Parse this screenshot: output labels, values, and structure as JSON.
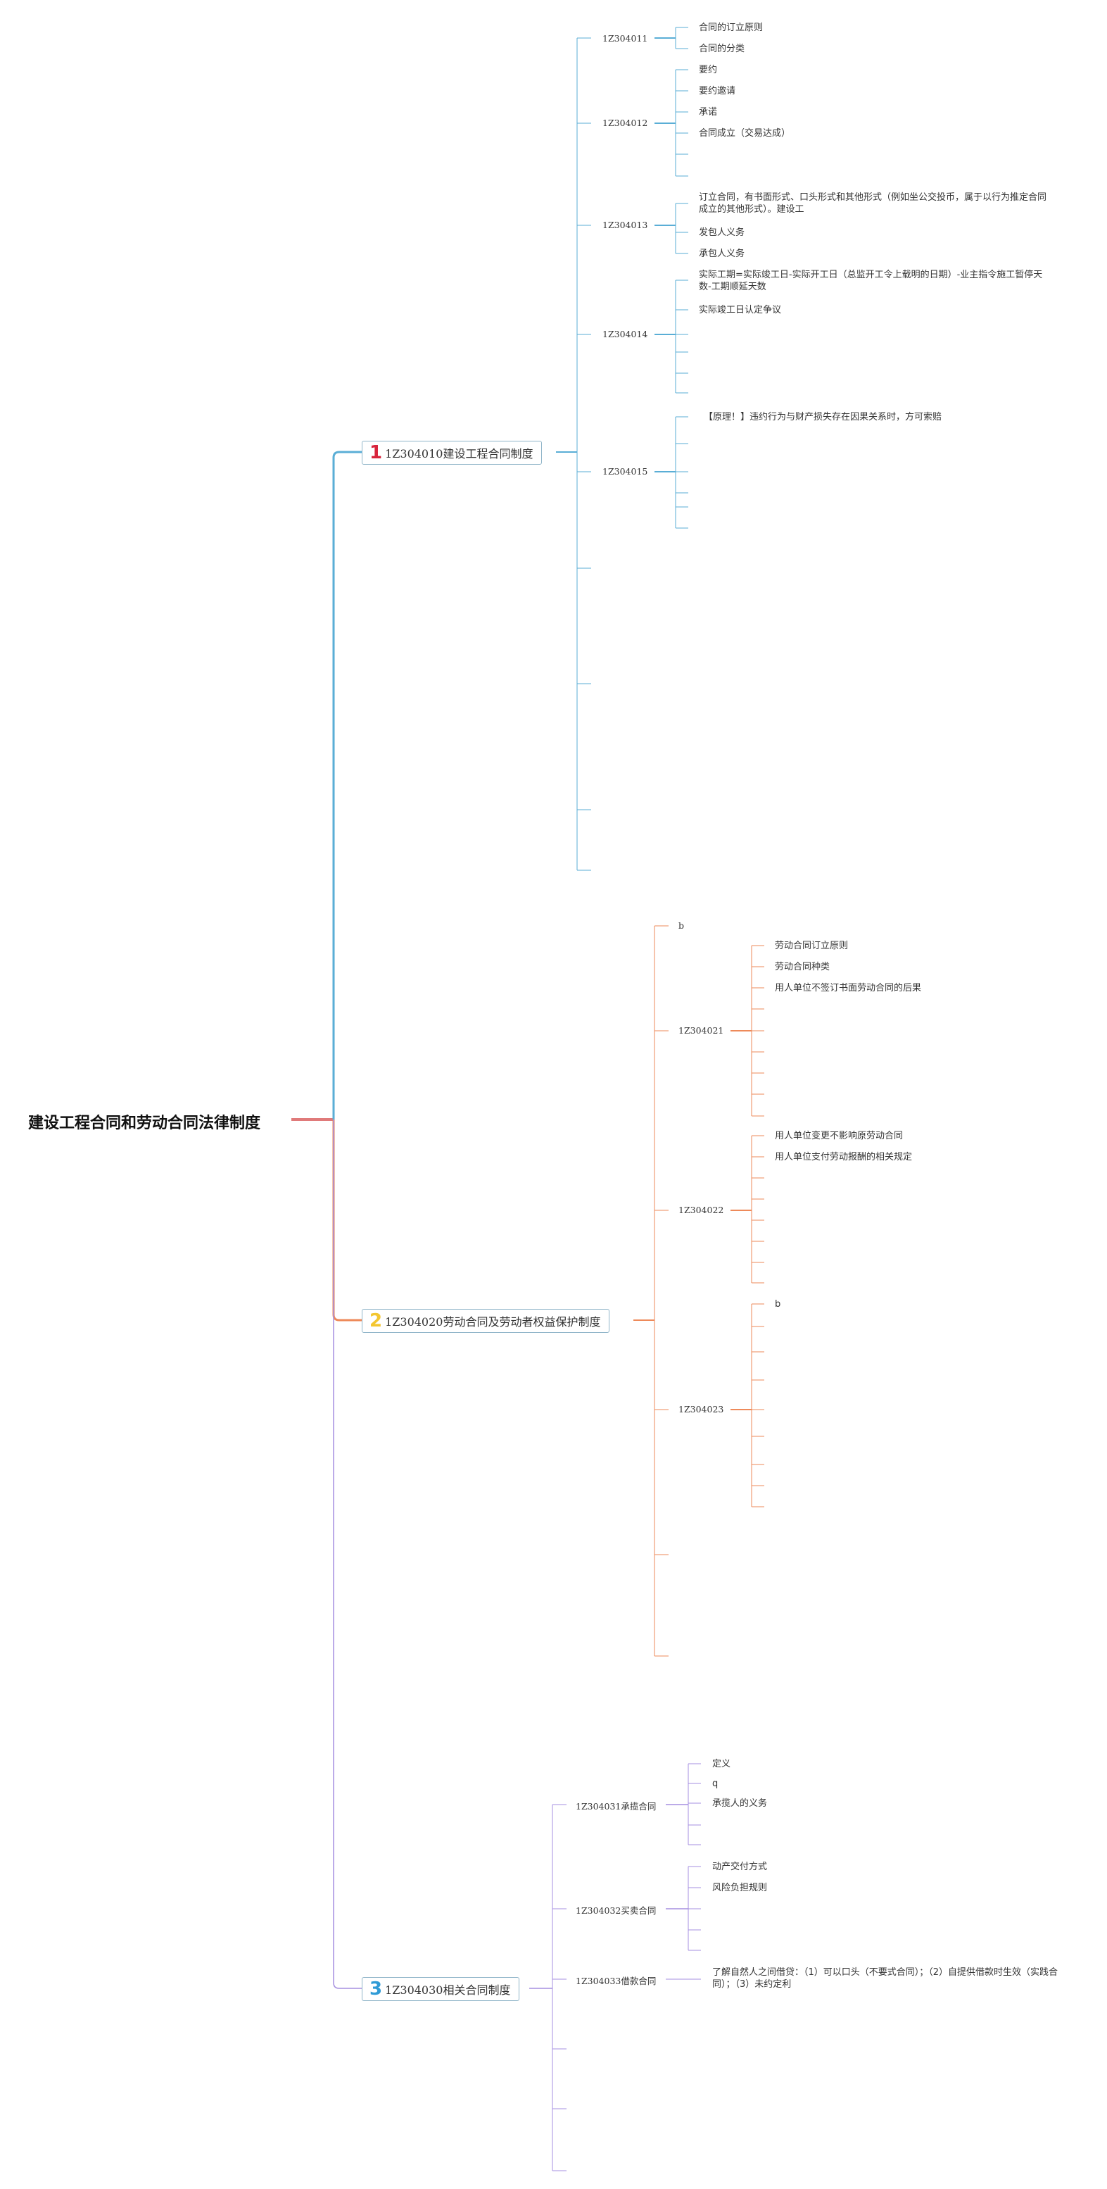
{
  "root": {
    "title": "建设工程合同和劳动合同法律制度"
  },
  "colors": {
    "blue": "#5aaed6",
    "orange": "#ee8a5a",
    "purple": "#a58fe0",
    "root_line": "#e07a7a",
    "num1": "#d8243c",
    "num2": "#f3c630",
    "num3": "#2f9bd6"
  },
  "branches": [
    {
      "num": "1",
      "label": "1Z304010建设工程合同制度",
      "children": [
        {
          "label": "1Z304011",
          "leaves": [
            "合同的订立原则",
            "合同的分类"
          ]
        },
        {
          "label": "1Z304012",
          "leaves": [
            "要约",
            "要约邀请",
            "承诺",
            "合同成立（交易达成）",
            "",
            ""
          ]
        },
        {
          "label": "1Z304013",
          "leaves": [
            "订立合同，有书面形式、口头形式和其他形式（例如坐公交投币，属于以行为推定合同成立的其他形式）。建设工",
            "发包人义务",
            "承包人义务"
          ]
        },
        {
          "label": "1Z304014",
          "leaves": [
            "实际工期=实际竣工日-实际开工日（总监开工令上载明的日期）-业主指令施工暂停天数-工期顺延天数",
            "实际竣工日认定争议",
            "",
            "",
            "",
            ""
          ]
        },
        {
          "label": "1Z304015",
          "leaves": [
            "【原理！】违约行为与财产损失存在因果关系时，方可索赔",
            "",
            "",
            "",
            "",
            ""
          ]
        },
        {
          "label": "",
          "leaves": []
        },
        {
          "label": "",
          "leaves": []
        },
        {
          "label": "",
          "leaves": []
        },
        {
          "label": "",
          "leaves": []
        }
      ]
    },
    {
      "num": "2",
      "label": "1Z304020劳动合同及劳动者权益保护制度",
      "children": [
        {
          "label": "b",
          "leaves": []
        },
        {
          "label": "1Z304021",
          "leaves": [
            "劳动合同订立原则",
            "劳动合同种类",
            "用人单位不签订书面劳动合同的后果",
            "",
            "",
            "",
            "",
            "",
            ""
          ]
        },
        {
          "label": "1Z304022",
          "leaves": [
            "用人单位变更不影响原劳动合同",
            "用人单位支付劳动报酬的相关规定",
            "",
            "",
            "",
            "",
            "",
            ""
          ]
        },
        {
          "label": "1Z304023",
          "leaves": [
            "b",
            "",
            "",
            "",
            "",
            "",
            "",
            "",
            ""
          ]
        },
        {
          "label": "",
          "leaves": []
        },
        {
          "label": "",
          "leaves": []
        }
      ]
    },
    {
      "num": "3",
      "label": "1Z304030相关合同制度",
      "children": [
        {
          "label": "1Z304031承揽合同",
          "leaves": [
            "定义",
            "q",
            "承揽人的义务",
            "",
            ""
          ]
        },
        {
          "label": "1Z304032买卖合同",
          "leaves": [
            "动产交付方式",
            "风险负担规则",
            "",
            "",
            ""
          ]
        },
        {
          "label": "1Z304033借款合同",
          "leaves": [
            "了解自然人之间借贷：（1）可以口头（不要式合同）；（2）自提供借款时生效（实践合同）；（3）未约定利"
          ]
        },
        {
          "label": "",
          "leaves": []
        },
        {
          "label": "",
          "leaves": []
        },
        {
          "label": "",
          "leaves": []
        }
      ]
    }
  ]
}
